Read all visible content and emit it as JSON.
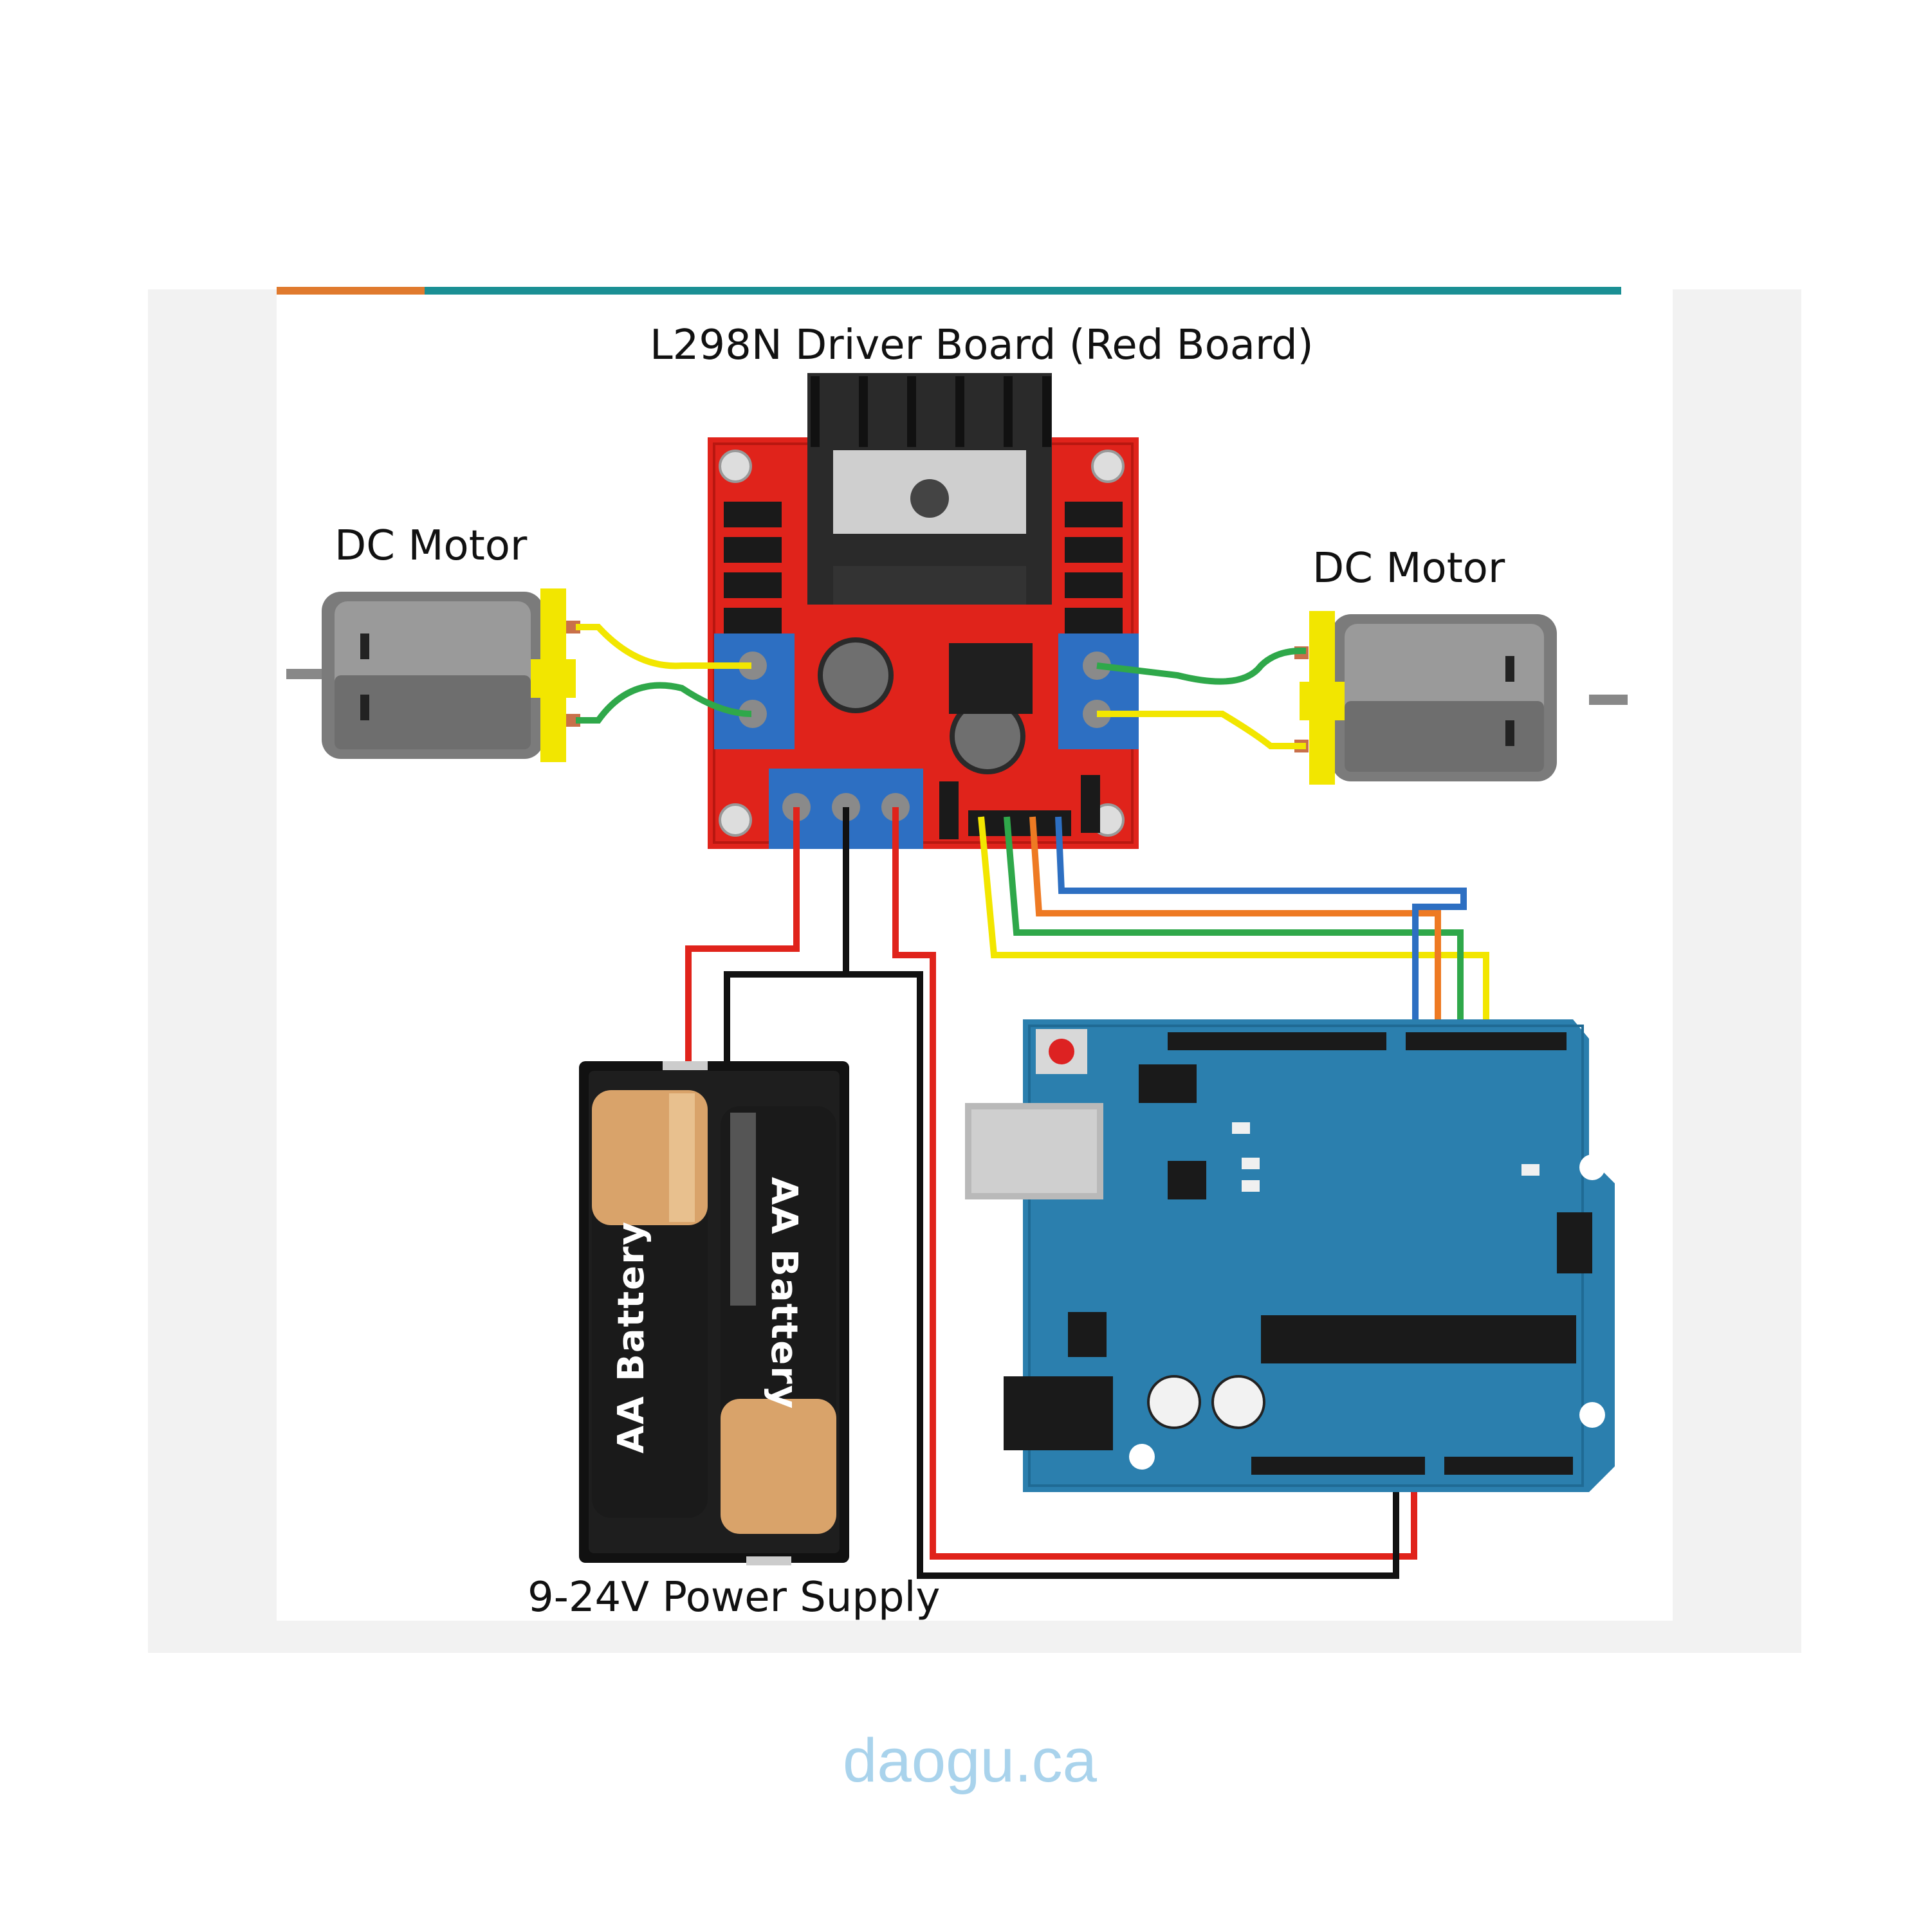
{
  "labels": {
    "driver_board": "L298N Driver Board (Red Board)",
    "motor_left": "DC Motor",
    "motor_right": "DC Motor",
    "power_supply": "9-24V Power Supply",
    "battery_1": "AA Battery",
    "battery_2": "AA Battery"
  },
  "watermark": "daogu.ca",
  "colors": {
    "accent_orange": "#e07a2e",
    "accent_teal": "#1a8f94",
    "board_red": "#e0231b",
    "arduino_blue": "#2b7fae",
    "terminal_blue": "#2d6fc2",
    "motor_yellow": "#f2e600"
  },
  "icons": [
    "dc-motor-icon",
    "l298n-board-icon",
    "battery-holder-icon",
    "arduino-board-icon"
  ]
}
